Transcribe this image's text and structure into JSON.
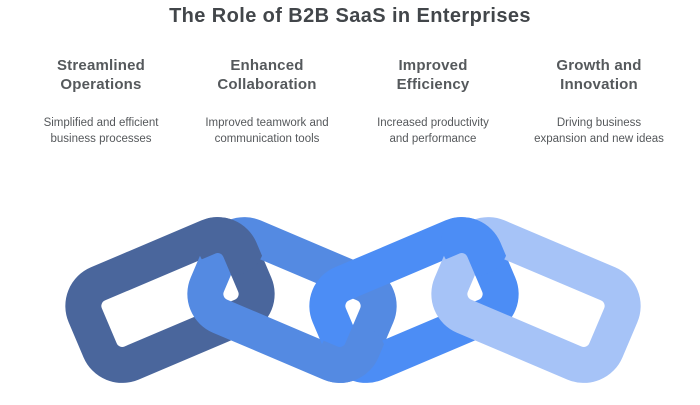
{
  "title": "The Role of B2B SaaS in Enterprises",
  "columns": [
    {
      "heading": "Streamlined Operations",
      "description": "Simplified and efficient business processes"
    },
    {
      "heading": "Enhanced Collaboration",
      "description": "Improved teamwork and communication tools"
    },
    {
      "heading": "Improved Efficiency",
      "description": "Increased productivity and performance"
    },
    {
      "heading": "Growth and Innovation",
      "description": "Driving business expansion and new ideas"
    }
  ],
  "chain": {
    "description": "four interlocking chain links in a zigzag",
    "links": [
      {
        "label": "chain-link-1",
        "color": "#4A669C"
      },
      {
        "label": "chain-link-2",
        "color": "#548AE2"
      },
      {
        "label": "chain-link-3",
        "color": "#4C8DF5"
      },
      {
        "label": "chain-link-4",
        "color": "#A6C3F7"
      }
    ]
  },
  "colors": {
    "title_text": "#42464A",
    "heading_text": "#55595C",
    "body_text": "#55585B",
    "background": "#FFFFFF"
  }
}
